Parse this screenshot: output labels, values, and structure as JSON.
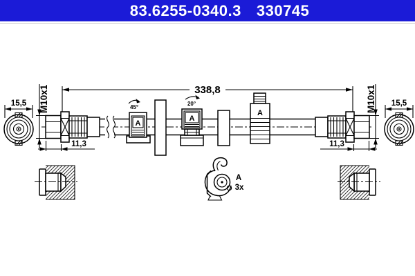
{
  "title": "Brake hose technical drawing",
  "header": {
    "part_number": "83.6255-0340.3",
    "ref_number": "330745",
    "bar_color": "#1b1bd7",
    "text_color": "#ffffff"
  },
  "drawing": {
    "overall_length": "338,8",
    "left_end": {
      "thread": "M10x1",
      "end_width": "15,5",
      "thread_length": "11,3"
    },
    "right_end": {
      "thread": "M10x1",
      "end_width": "15,5",
      "thread_length": "11,3"
    },
    "clip1": {
      "label": "A",
      "angle": "45°"
    },
    "clip2": {
      "label": "A",
      "angle": "20°"
    },
    "clip3": {
      "label": "A"
    },
    "clip_detail": {
      "label": "A",
      "quantity": "3x"
    },
    "line_color": "#000000"
  }
}
